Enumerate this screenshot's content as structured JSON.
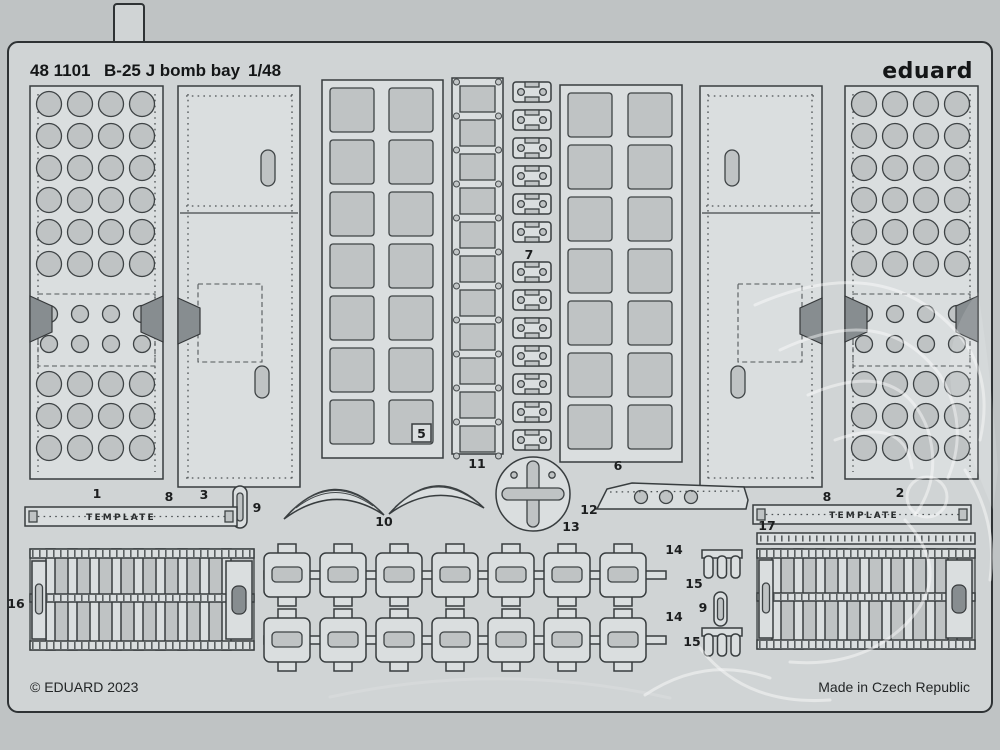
{
  "product": {
    "catalog_number": "48 1101",
    "title": "B-25 J bomb bay",
    "scale": "1/48",
    "brand": "eduard",
    "copyright": "© EDUARD 2023",
    "made_in": "Made in Czech Republic"
  },
  "part_labels": {
    "p1": "1",
    "p2": "2",
    "p3": "3",
    "p5": "5",
    "p6": "6",
    "p7": "7",
    "p8_left": "8",
    "p8_right": "8",
    "p9_left": "9",
    "p9_right": "9",
    "p10": "10",
    "p11": "11",
    "p12": "12",
    "p13": "13",
    "p14_top": "14",
    "p14_bottom": "14",
    "p15_top": "15",
    "p15_bottom": "15",
    "p16": "16",
    "p17": "17"
  },
  "templates": {
    "left": "TEMPLATE",
    "right": "TEMPLATE"
  },
  "colors": {
    "sheet": "#d0d4d5",
    "background": "#bfc3c4",
    "part_fill": "#dadedf",
    "outline": "#2e3234",
    "text": "#141617"
  }
}
